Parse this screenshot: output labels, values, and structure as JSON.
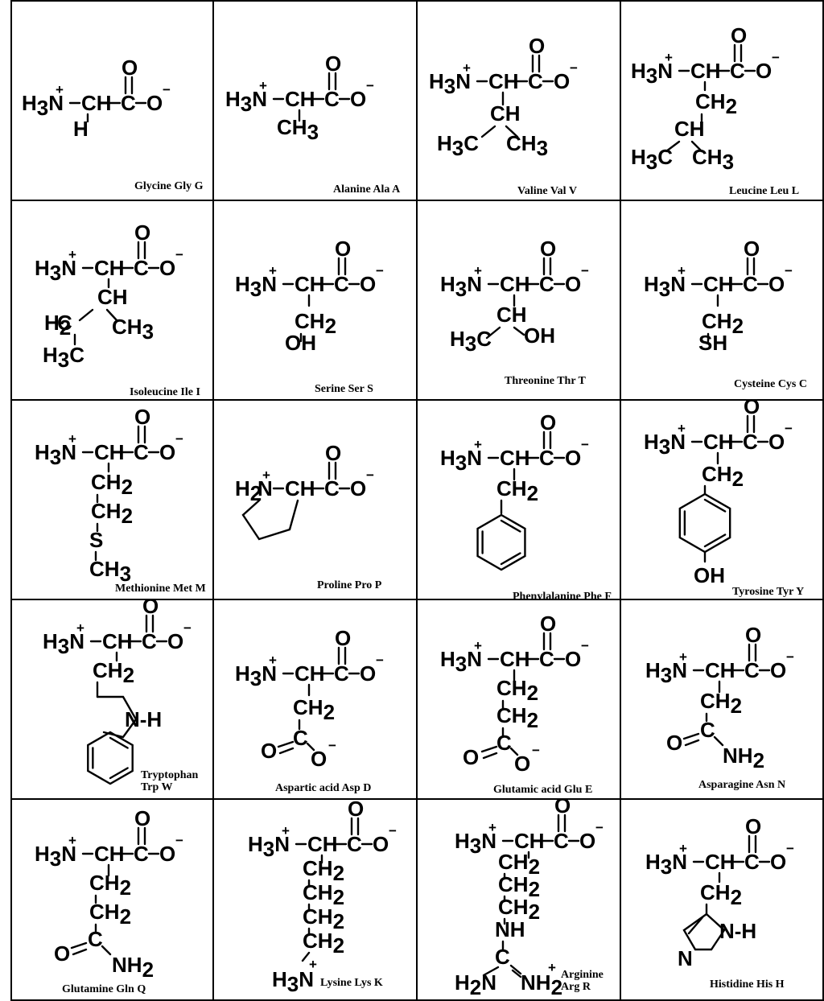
{
  "amino_acids": [
    {
      "name": "Glycine Gly G",
      "sidechain": "H"
    },
    {
      "name": "Alanine Ala A",
      "sidechain": "CH3"
    },
    {
      "name": "Valine Val V",
      "sidechain": "CH(CH3)2"
    },
    {
      "name": "Leucine Leu L",
      "sidechain": "CH2-CH(CH3)2"
    },
    {
      "name": "Isoleucine Ile I",
      "sidechain": "CH(CH3)-CH2-CH3"
    },
    {
      "name": "Serine Ser S",
      "sidechain": "CH2-OH"
    },
    {
      "name": "Threonine Thr T",
      "sidechain": "CH(OH)-CH3"
    },
    {
      "name": "Cysteine Cys C",
      "sidechain": "CH2-SH"
    },
    {
      "name": "Methionine Met M",
      "sidechain": "CH2-CH2-S-CH3"
    },
    {
      "name": "Proline Pro P",
      "sidechain": "pyrrolidine ring"
    },
    {
      "name": "Phenylalanine Phe F",
      "sidechain": "CH2-phenyl"
    },
    {
      "name": "Tyrosine Tyr Y",
      "sidechain": "CH2-phenol"
    },
    {
      "name": "Tryptophan\nTrp W",
      "sidechain": "CH2-indole"
    },
    {
      "name": "Aspartic acid Asp D",
      "sidechain": "CH2-COO-"
    },
    {
      "name": "Glutamic acid Glu E",
      "sidechain": "CH2-CH2-COO-"
    },
    {
      "name": "Asparagine Asn N",
      "sidechain": "CH2-CONH2"
    },
    {
      "name": "Glutamine Gln Q",
      "sidechain": "CH2-CH2-CONH2"
    },
    {
      "name": "Lysine Lys K",
      "sidechain": "(CH2)4-NH3+"
    },
    {
      "name": "Arginine\nArg R",
      "sidechain": "(CH2)3-NH-C(=NH2+)-NH2"
    },
    {
      "name": "Histidine His H",
      "sidechain": "CH2-imidazole"
    }
  ],
  "labels": {
    "H3N": "H3N",
    "plus": "+",
    "minus": "−",
    "CH": "CH",
    "C": "C",
    "O": "O",
    "H": "H",
    "CH2": "CH2",
    "CH3": "CH3",
    "OH": "OH",
    "SH": "SH",
    "S": "S",
    "NH": "NH",
    "NH2": "NH2",
    "N": "N",
    "H2N": "H2N",
    "N-H": "N-H",
    "H2": "H2"
  }
}
